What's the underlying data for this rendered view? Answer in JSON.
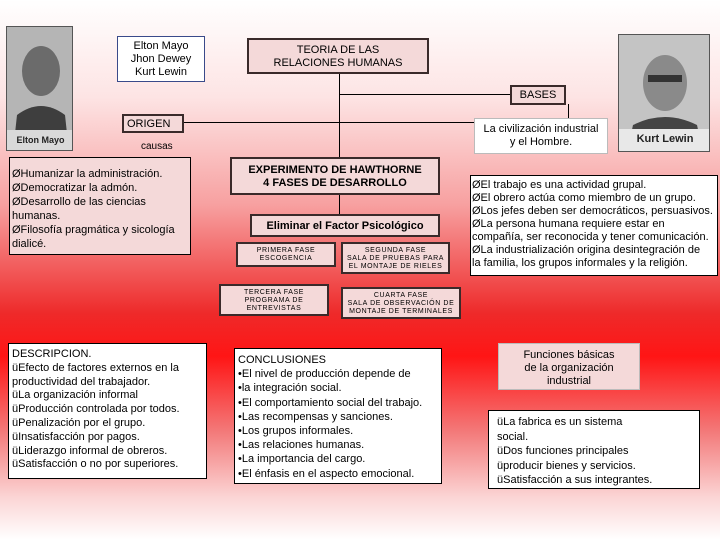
{
  "authors_box": [
    "Elton Mayo",
    "Jhon Dewey",
    "Kurt Lewin"
  ],
  "photo_left_caption": "Elton Mayo",
  "photo_right_caption": "Kurt Lewin",
  "title": [
    "TEORIA  DE LAS",
    "RELACIONES HUMANAS"
  ],
  "bases": "BASES",
  "origen": "ORIGEN",
  "causas": "causas",
  "civilizacion": [
    "La civilización industrial",
    "y el Hombre."
  ],
  "origen_items": [
    "ØHumanizar la administración.",
    "ØDemocratizar la admón.",
    "ØDesarrollo de las ciencias humanas.",
    "ØFilosofía pragmática y sicología dialicé."
  ],
  "experimento": [
    "EXPERIMENTO DE HAWTHORNE",
    "4 FASES DE DESARROLLO"
  ],
  "eliminar": "Eliminar el Factor Psicológico",
  "fases": {
    "primera": [
      "PRIMERA FASE",
      "ESCOGENCIA"
    ],
    "segunda": [
      "SEGUNDA FASE",
      "SALA DE PRUEBAS PARA",
      "EL MONTAJE DE RIELES"
    ],
    "tercera": [
      "TERCERA FASE",
      "PROGRAMA DE",
      "ENTREVISTAS"
    ],
    "cuarta": [
      "CUARTA FASE",
      "SALA DE OBSERVACIÓN DE",
      "MONTAJE DE TERMINALES"
    ]
  },
  "bases_items": [
    "ØEl trabajo es una actividad grupal.",
    "ØEl obrero actúa como miembro de un grupo.",
    "ØLos jefes deben ser democráticos, persuasivos.",
    "ØLa persona humana requiere estar  en",
    "compañía, ser reconocida y tener comunicación.",
    "ØLa industrialización origina desintegración de",
    "la familia, los grupos informales y la religión."
  ],
  "descripcion_title": "DESCRIPCION.",
  "descripcion_items": [
    "üEfecto de factores externos en la",
    "productividad del trabajador.",
    "üLa organización informal",
    "üProducción controlada por todos.",
    "üPenalización por el grupo.",
    "üInsatisfacción por pagos.",
    "üLiderazgo informal de obreros.",
    "üSatisfacción o no por superiores."
  ],
  "conclusiones_title": "CONCLUSIONES",
  "conclusiones_items": [
    "•El nivel de producción depende  de",
    "•la integración social.",
    "•El comportamiento social del trabajo.",
    "•Las recompensas y  sanciones.",
    "•Los grupos informales.",
    "•Las relaciones humanas.",
    "•La importancia del cargo.",
    "•El énfasis en el aspecto emocional."
  ],
  "funciones_title": [
    "Funciones básicas",
    "de la organización",
    "industrial"
  ],
  "funciones_items": [
    "üLa fabrica es un sistema",
    "social.",
    "üDos funciones principales",
    "üproducir bienes y servicios.",
    "üSatisfacción a sus integrantes."
  ]
}
